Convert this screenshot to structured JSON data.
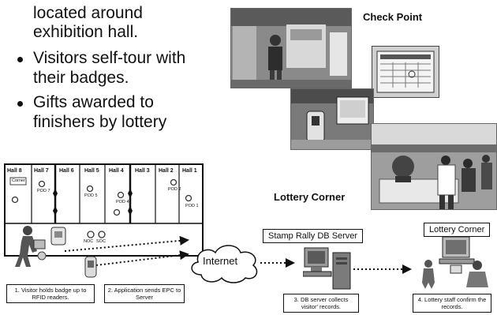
{
  "bullets": {
    "line1": "located around",
    "line2": "exhibition hall.",
    "item2_line1": "Visitors self-tour with",
    "item2_line2": "their badges.",
    "item3_line1": "Gifts awarded to",
    "item3_line2": "finishers by lottery"
  },
  "photos": {
    "checkpoint_label": "Check Point",
    "lottery_label": "Lottery Corner"
  },
  "floor_plan": {
    "halls": [
      "Hall 8",
      "Hall 7",
      "Hall 6",
      "Hall 5",
      "Hall 4",
      "Hall 3",
      "Hall 2",
      "Hall 1"
    ],
    "pods": [
      "POD 7",
      "POD 5",
      "POD 4",
      "POD 2",
      "POD 1"
    ],
    "corner_label": "Corner",
    "noc": "NOC",
    "soc": "SOC"
  },
  "network": {
    "internet_label": "Internet",
    "server_title": "Stamp Rally DB Server",
    "lottery_corner_title": "Lottery Corner"
  },
  "steps": {
    "step1": "1. Visitor holds badge up to RFID readers.",
    "step2": "2. Application sends EPC to Server",
    "step3": "3. DB server collects visitor' records.",
    "step4": "4. Lottery staff confirm the records."
  }
}
